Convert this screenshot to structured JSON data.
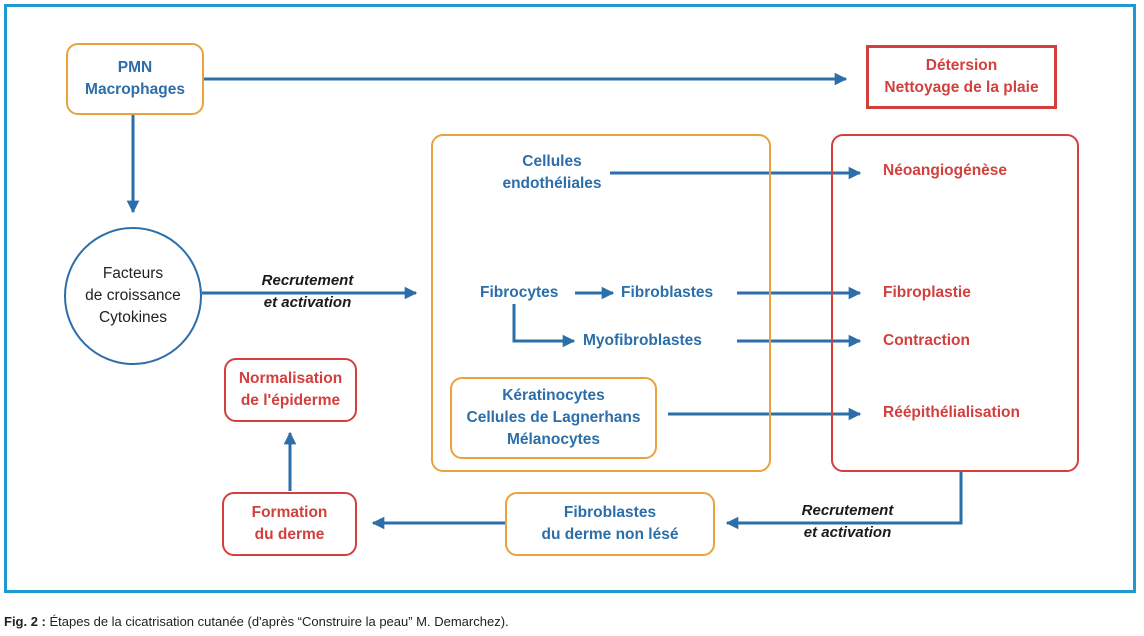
{
  "nodes": {
    "pmn": [
      "PMN",
      "Macrophages"
    ],
    "detersion": [
      "Détersion",
      "Nettoyage de la plaie"
    ],
    "facteurs": [
      "Facteurs",
      "de croissance",
      "Cytokines"
    ],
    "cellules_endo": [
      "Cellules",
      "endothéliales"
    ],
    "fibrocytes": "Fibrocytes",
    "fibroblastes": "Fibroblastes",
    "myofibroblastes": "Myofibroblastes",
    "keratinocytes": [
      "Kératinocytes",
      "Cellules de Lagnerhans",
      "Mélanocytes"
    ],
    "neoangio": "Néoangiogénèse",
    "fibroplastie": "Fibroplastie",
    "contraction": "Contraction",
    "reepith": "Réépithélialisation",
    "normalisation": [
      "Normalisation",
      "de l'épiderme"
    ],
    "formation": [
      "Formation",
      "du derme"
    ],
    "fibro_derme": [
      "Fibroblastes",
      "du derme non lésé"
    ]
  },
  "edge_labels": {
    "recrutement_1": [
      "Recrutement",
      "et activation"
    ],
    "recrutement_2": [
      "Recrutement",
      "et activation"
    ]
  },
  "caption": {
    "prefix": "Fig. 2 :",
    "text": " Étapes de la cicatrisation cutanée (d'après “Construire la peau” M. Demarchez)."
  },
  "colors": {
    "frame": "#1f9ad0",
    "arrow": "#2b6ea9",
    "orange": "#e8a33d",
    "red": "#d2403e"
  }
}
